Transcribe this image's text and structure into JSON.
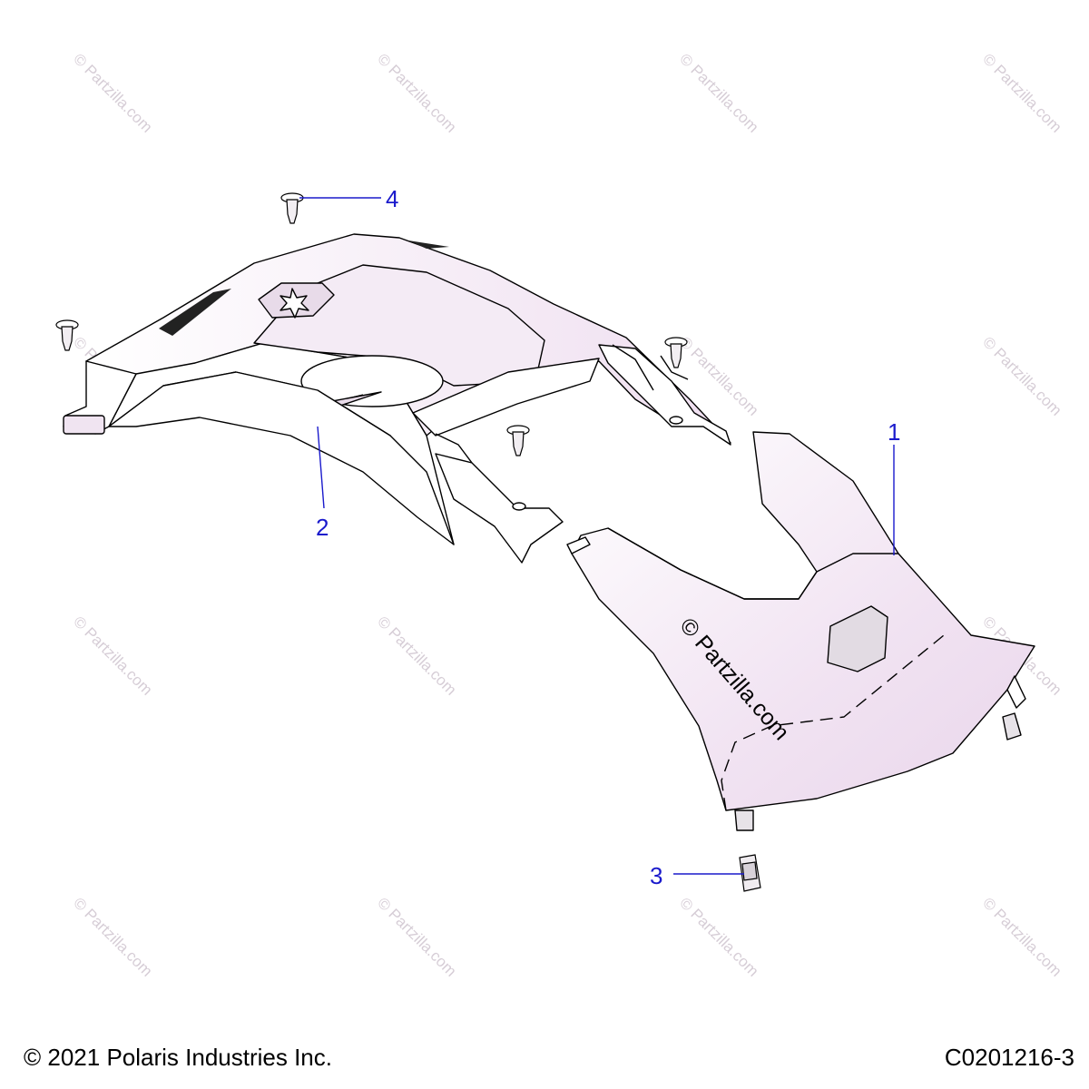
{
  "callouts": [
    {
      "id": "1",
      "label": "1"
    },
    {
      "id": "2",
      "label": "2"
    },
    {
      "id": "3",
      "label": "3"
    },
    {
      "id": "4",
      "label": "4"
    }
  ],
  "watermark": {
    "text": "© Partzilla.com",
    "center_text": "© Partzilla.com"
  },
  "footer": {
    "copyright": "© 2021 Polaris Industries Inc.",
    "drawing_code": "C0201216-3"
  },
  "colors": {
    "callout": "#1a1acc",
    "outline": "#000000",
    "tint": "#e8d4ec",
    "watermark": "#d6cdd6",
    "center_watermark": "#000000"
  },
  "icons": [
    "polaris-star-logo-icon"
  ]
}
